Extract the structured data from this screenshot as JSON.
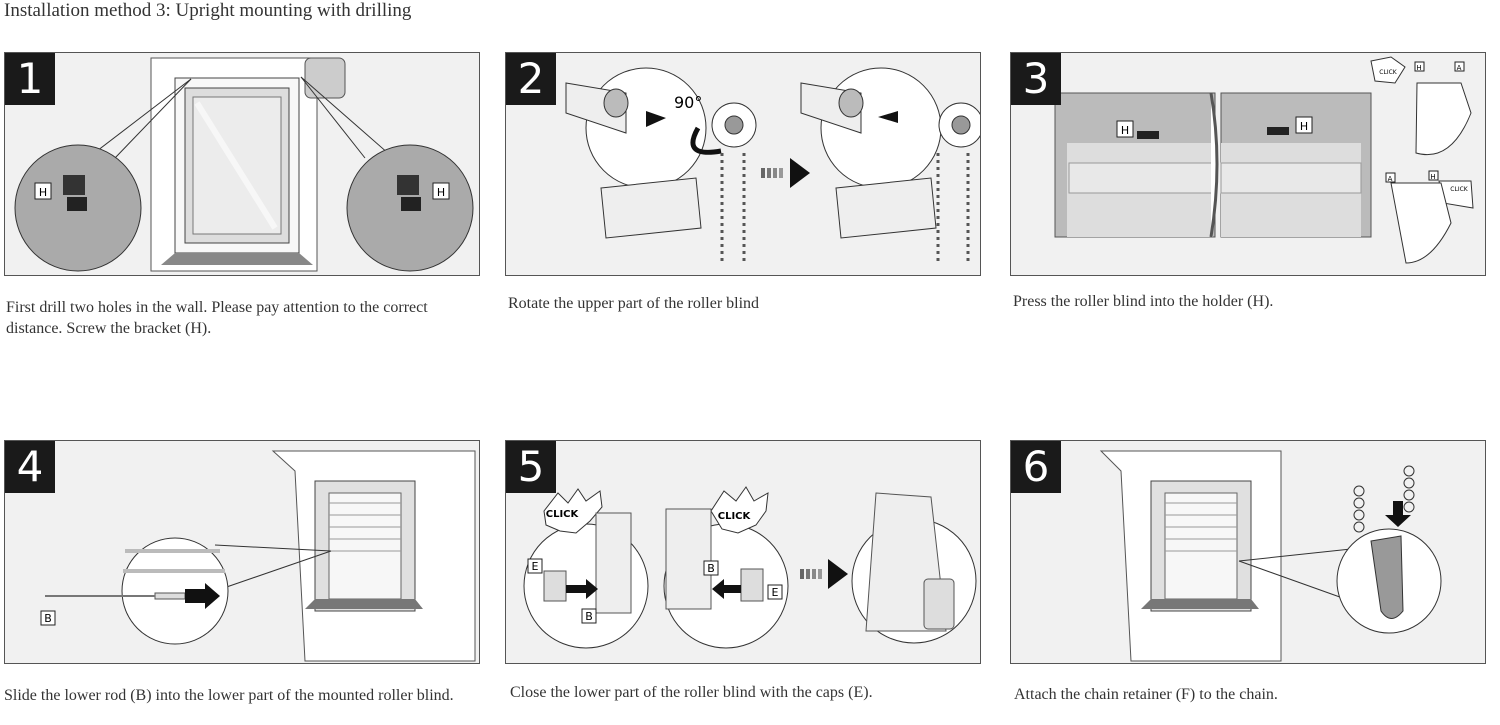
{
  "title": "Installation method 3: Upright mounting with drilling",
  "steps": [
    {
      "number": "1",
      "caption": "First drill two holes in the wall. Please pay attention to the correct distance. Screw the bracket (H).",
      "labels": {
        "left": "H",
        "right": "H"
      }
    },
    {
      "number": "2",
      "caption": "Rotate the upper part of the roller blind",
      "labels": {
        "angle": "90°"
      }
    },
    {
      "number": "3",
      "caption": "Press the roller blind into the holder (H).",
      "labels": {
        "h1": "H",
        "h2": "H",
        "click1": "CLICK",
        "click2": "CLICK",
        "a1": "A",
        "a2": "A",
        "h3": "H",
        "h4": "H"
      }
    },
    {
      "number": "4",
      "caption": "Slide the lower rod (B) into the lower part of the mounted roller blind.",
      "labels": {
        "b": "B"
      }
    },
    {
      "number": "5",
      "caption": "Close the lower part of the roller blind with the caps (E).",
      "labels": {
        "click1": "CLICK",
        "click2": "CLICK",
        "e1": "E",
        "b1": "B",
        "b2": "B",
        "e2": "E"
      }
    },
    {
      "number": "6",
      "caption": "Attach the chain retainer (F) to the chain.",
      "labels": {}
    }
  ]
}
